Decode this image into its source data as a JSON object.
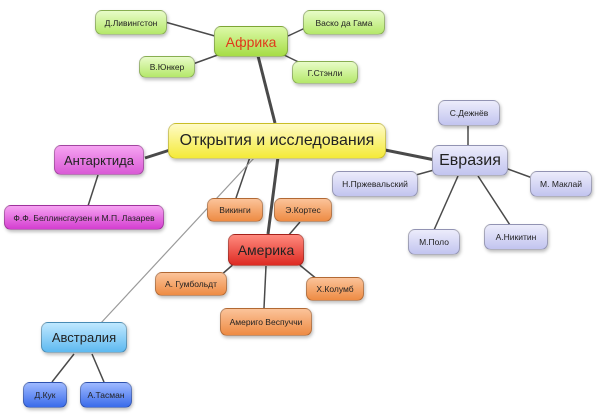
{
  "nodes": {
    "center": "Открытия и исследования",
    "africa": {
      "label": "Африка",
      "livingston": "Д.Ливингстон",
      "vasco": "Васко да Гама",
      "junker": "В.Юнкер",
      "stanley": "Г.Стэнли"
    },
    "antarctica": {
      "label": "Антарктида",
      "bellingshausen": "Ф.Ф. Беллинсгаузен и М.П. Лазарев"
    },
    "eurasia": {
      "label": "Евразия",
      "dezhnev": "С.Дежнёв",
      "przhevalsky": "Н.Пржевальский",
      "maklai": "М. Маклай",
      "polo": "М.Поло",
      "nikitin": "А.Никитин"
    },
    "america": {
      "label": "Америка",
      "vikings": "Викинги",
      "cortes": "Э.Кортес",
      "humboldt": "А. Гумбольдт",
      "columbus": "Х.Колумб",
      "vespucci": "Америго Веспуччи"
    },
    "australia": {
      "label": "Австралия",
      "cook": "Д.Кук",
      "tasman": "А.Тасман"
    }
  },
  "colors": {
    "link": "#4a4a4a",
    "link_light": "#9a9a9a",
    "africa": "#a6dd45",
    "center": "#f4ea38",
    "antarctica": "#d43ed0",
    "eurasia": "#c2c4ef",
    "america": "#dd2a22",
    "america_children": "#ee8b43",
    "australia": "#5eb9f0",
    "australia_children": "#3a6bea"
  }
}
